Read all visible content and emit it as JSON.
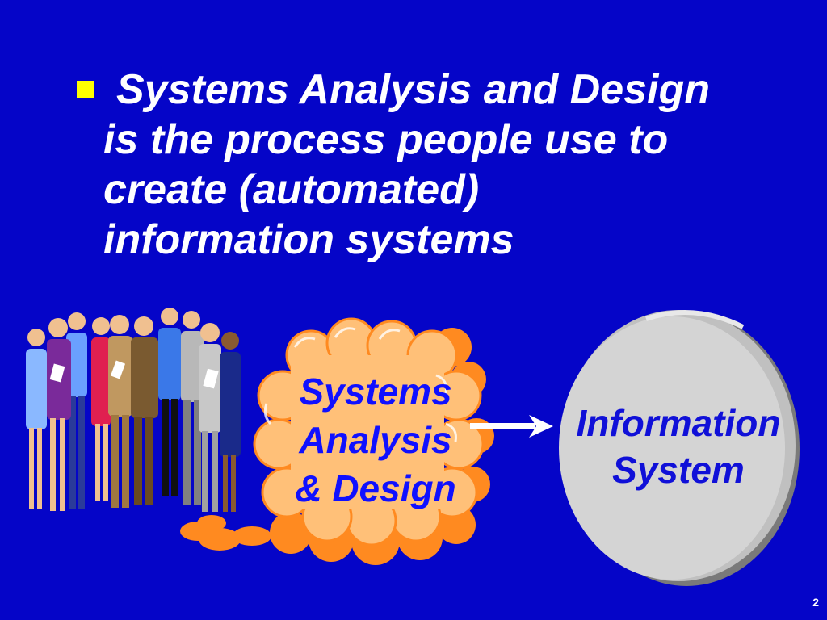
{
  "slide": {
    "bullet_line1": "Systems Analysis and Design",
    "bullet_line2": "is the process people use to",
    "bullet_line3": "create (automated)",
    "bullet_line4": "information systems",
    "cloud_line1": "Systems",
    "cloud_line2": "Analysis",
    "cloud_line3": "& Design",
    "disk_line1": "Information",
    "disk_line2": "System",
    "page_number": "2"
  },
  "colors": {
    "background": "#0505c8",
    "bullet": "#ffff00",
    "cloud": "#ffc078",
    "disk": "#d0d0d0",
    "label_text": "#1010ff"
  },
  "icons": [
    "bullet-square-icon",
    "people-group-illustration",
    "cloud-illustration",
    "arrow-icon",
    "disk-illustration"
  ]
}
